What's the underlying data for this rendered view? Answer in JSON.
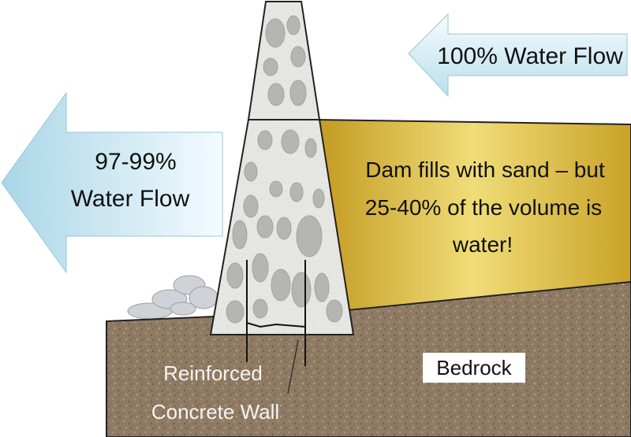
{
  "diagram": {
    "top_arrow_label": "100% Water Flow",
    "left_arrow_line1": "97-99%",
    "left_arrow_line2": "Water Flow",
    "sand_line1": "Dam fills with sand – but",
    "sand_line2": "25-40% of the volume is",
    "sand_line3": "water!",
    "wall_line1": "Reinforced",
    "wall_line2": "Concrete Wall",
    "bedrock_label": "Bedrock"
  },
  "colors": {
    "sand_dark": "#c9a227",
    "sand_light": "#f0dd78",
    "bedrock": "#8f7a63",
    "concrete": "#e4e4e1",
    "stone": "#b3b3b0",
    "arrow_light": "#f3fbfe",
    "arrow_dark": "#b7dcea"
  }
}
